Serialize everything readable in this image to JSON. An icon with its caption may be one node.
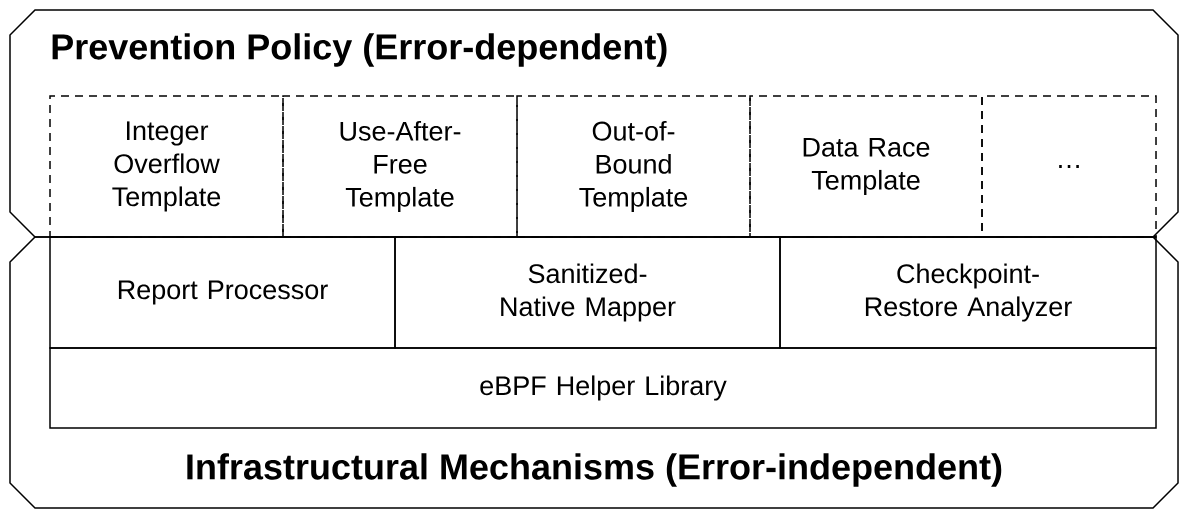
{
  "diagram": {
    "nodes": [
      {
        "text": [
          "Prevention Policy (Error-dependent)"
        ]
      },
      {
        "text": [
          "Integer Overflow Template"
        ],
        "in": 0
      },
      {
        "text": [
          "Use-After-Free Template"
        ],
        "in": 0
      },
      {
        "text": [
          "Out-of-Bound Template"
        ],
        "in": 0
      },
      {
        "text": [
          "Data Race Template"
        ],
        "in": 0
      },
      {
        "text": [
          "…"
        ],
        "in": 0
      },
      {
        "text": [
          "Infrastructural Mechanisms (Error-independent)"
        ]
      },
      {
        "text": [
          "Report Processor"
        ],
        "in": 6
      },
      {
        "text": [
          "Sanitized-Native Mapper"
        ],
        "in": 6
      },
      {
        "text": [
          "Checkpoint-Restore Analyzer"
        ],
        "in": 6
      },
      {
        "text": [
          "eBPF Helper Library"
        ],
        "in": 6
      }
    ]
  }
}
